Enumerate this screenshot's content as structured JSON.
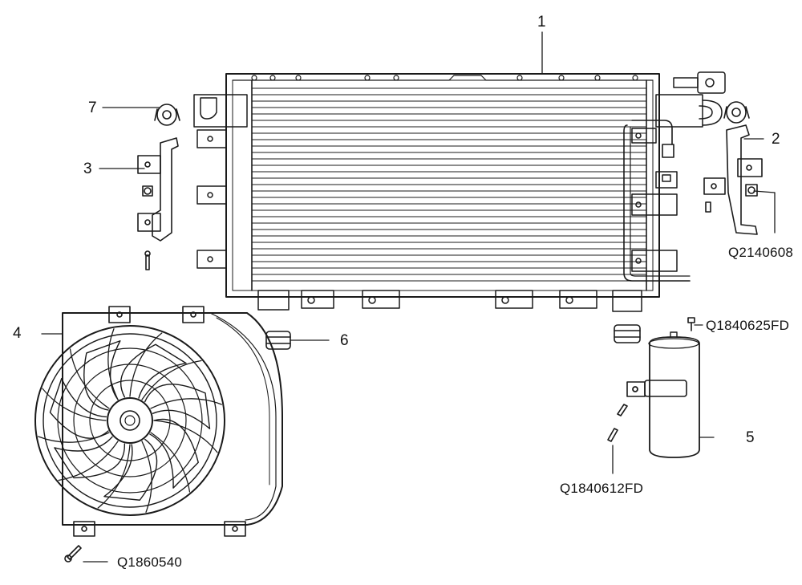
{
  "callouts": {
    "c1": "1",
    "c2": "2",
    "c3": "3",
    "c4": "4",
    "c5": "5",
    "c6": "6",
    "c7": "7"
  },
  "fasteners": {
    "bracket_bolt": "Q2140608",
    "drier_top_bolt": "Q1840625FD",
    "drier_bracket_bolt": "Q1840612FD",
    "fan_bolt": "Q1860540"
  },
  "colors": {
    "line": "#1a1a1a",
    "background": "#ffffff"
  }
}
